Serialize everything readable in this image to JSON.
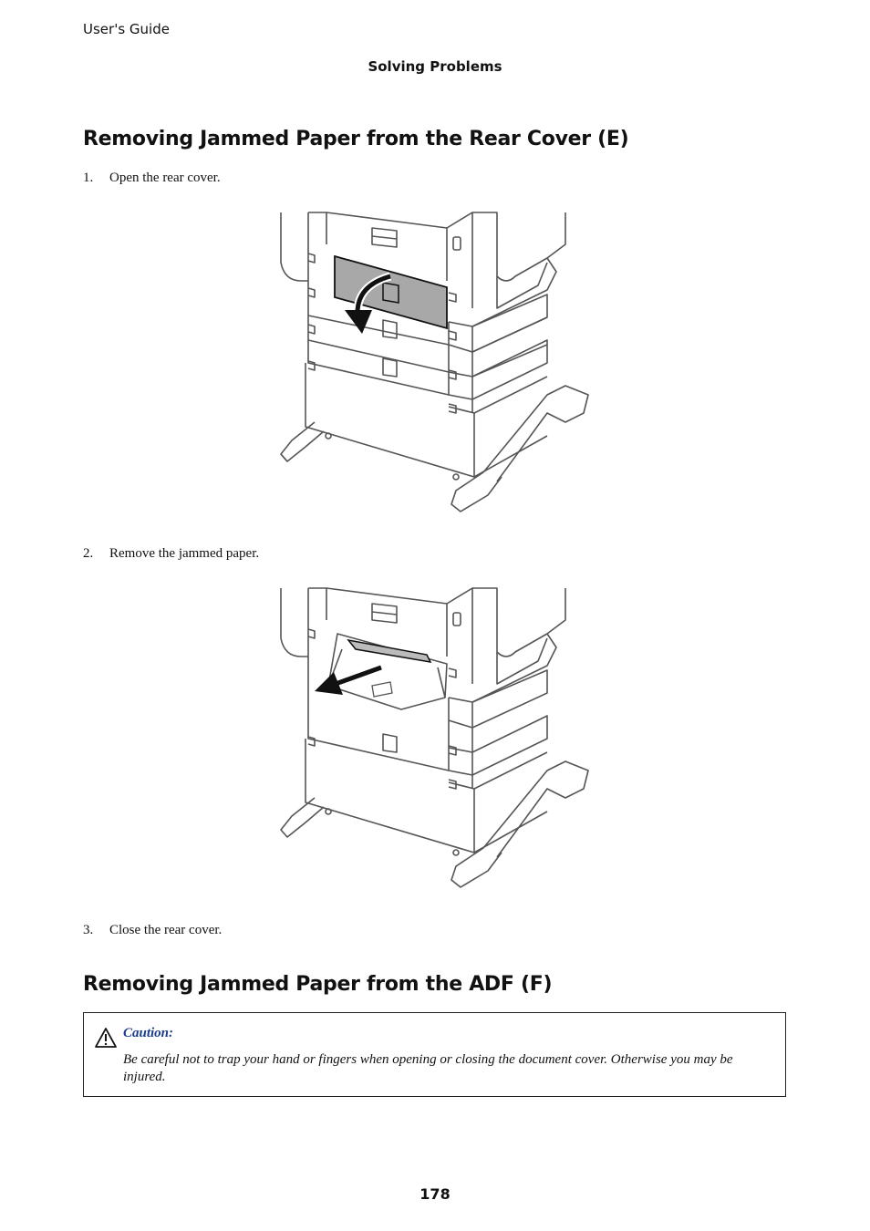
{
  "header": {
    "guide_title": "User's Guide",
    "section": "Solving Problems"
  },
  "sections": [
    {
      "heading": "Removing Jammed Paper from the Rear Cover (E)",
      "steps": [
        {
          "number": "1.",
          "text": "Open the rear cover."
        },
        {
          "number": "2.",
          "text": "Remove the jammed paper."
        },
        {
          "number": "3.",
          "text": "Close the rear cover."
        }
      ]
    },
    {
      "heading": "Removing Jammed Paper from the ADF (F)",
      "caution": {
        "icon": "warning-triangle-icon",
        "title": "Caution:",
        "text": "Be careful not to trap your hand or fingers when opening or closing the document cover. Otherwise you may be injured."
      }
    }
  ],
  "footer": {
    "page_number": "178"
  }
}
